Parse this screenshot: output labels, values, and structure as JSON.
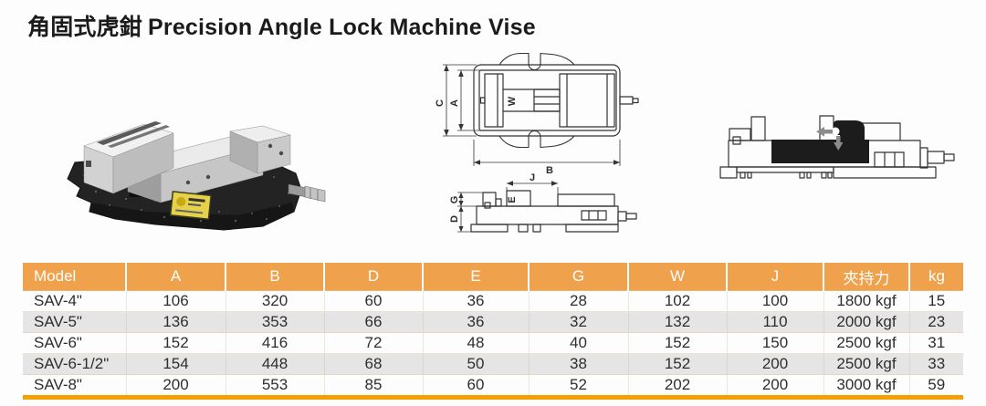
{
  "header": {
    "title_zh": "角固式虎鉗",
    "title_en": "Precision Angle Lock Machine Vise"
  },
  "colors": {
    "accent_header": "#efa14b",
    "accent_rule": "#f59f00",
    "row_alt": "#e5e5e5",
    "drawing_line": "#333333",
    "mechanism_fill": "#1c1c1c",
    "arrow_gray": "#8c8c8c",
    "label_yellow": "#e6d24a"
  },
  "drawings": {
    "plan_labels": {
      "c": "C",
      "a": "A",
      "w": "W",
      "b": "B"
    },
    "side_labels": {
      "j": "J",
      "e": "E",
      "g": "G",
      "d": "D"
    }
  },
  "icons": {
    "product_photo": "machine-vise-photo",
    "plan_view": "top-view-drawing",
    "side_view": "side-view-drawing",
    "mechanism_view": "angle-lock-mechanism-drawing"
  },
  "spec_table": {
    "headers": [
      "Model",
      "A",
      "B",
      "D",
      "E",
      "G",
      "W",
      "J",
      "夾持力",
      "kg"
    ],
    "rows": [
      [
        "SAV-4\"",
        "106",
        "320",
        "60",
        "36",
        "28",
        "102",
        "100",
        "1800 kgf",
        "15"
      ],
      [
        "SAV-5\"",
        "136",
        "353",
        "66",
        "36",
        "32",
        "132",
        "110",
        "2000 kgf",
        "23"
      ],
      [
        "SAV-6\"",
        "152",
        "416",
        "72",
        "48",
        "40",
        "152",
        "150",
        "2500 kgf",
        "31"
      ],
      [
        "SAV-6-1/2\"",
        "154",
        "448",
        "68",
        "50",
        "38",
        "152",
        "200",
        "2500 kgf",
        "33"
      ],
      [
        "SAV-8\"",
        "200",
        "553",
        "85",
        "60",
        "52",
        "202",
        "200",
        "3000 kgf",
        "59"
      ]
    ]
  }
}
